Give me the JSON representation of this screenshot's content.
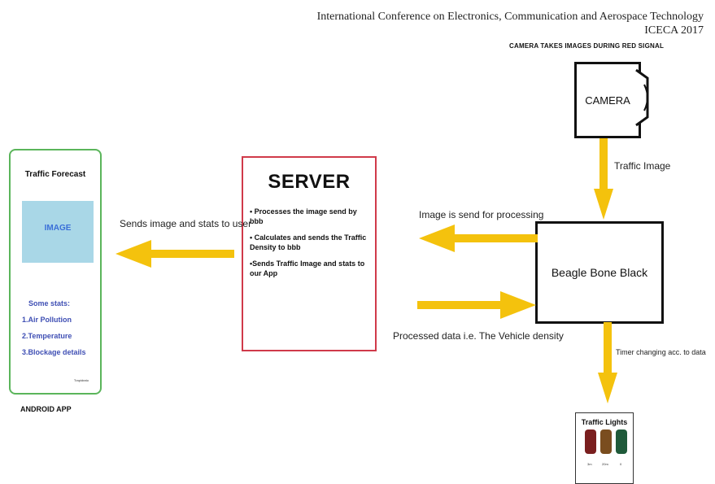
{
  "header": {
    "conference": "International Conference on Electronics, Communication and Aerospace Technology",
    "short_name": "ICECA 2017"
  },
  "camera": {
    "caption": "CAMERA TAKES IMAGES DURING RED SIGNAL",
    "label": "CAMERA",
    "edge_label": "Traffic Image"
  },
  "bbb": {
    "label": "Beagle Bone Black",
    "to_server_label": "Image is send for processing",
    "from_server_label": "Processed data i.e. The Vehicle density",
    "to_lights_label": "Timer changing acc. to data"
  },
  "server": {
    "title": "SERVER",
    "bullets": [
      "• Processes the image send by bbb",
      "• Calculates and sends  the Traffic Density to bbb",
      "•Sends Traffic Image and stats to our App"
    ],
    "to_app_label": "Sends image and stats to user"
  },
  "app": {
    "title": "Traffic Forecast",
    "image_label": "IMAGE",
    "stats_heading": "Some stats:",
    "stats": [
      "1.Air Pollution",
      "2.Temperature",
      "3.Blockage details"
    ],
    "footnote": "Trapidrato",
    "caption": "ANDROID APP"
  },
  "traffic_lights": {
    "title": "Traffic Lights",
    "sub_labels": [
      "3m",
      "20m",
      "0"
    ]
  },
  "colors": {
    "arrow": "#f4c20d",
    "server_border": "#d03a4a",
    "phone_border": "#5bb55b",
    "image_fill": "#a9d7e7",
    "stats_text": "#3f4fb4"
  }
}
